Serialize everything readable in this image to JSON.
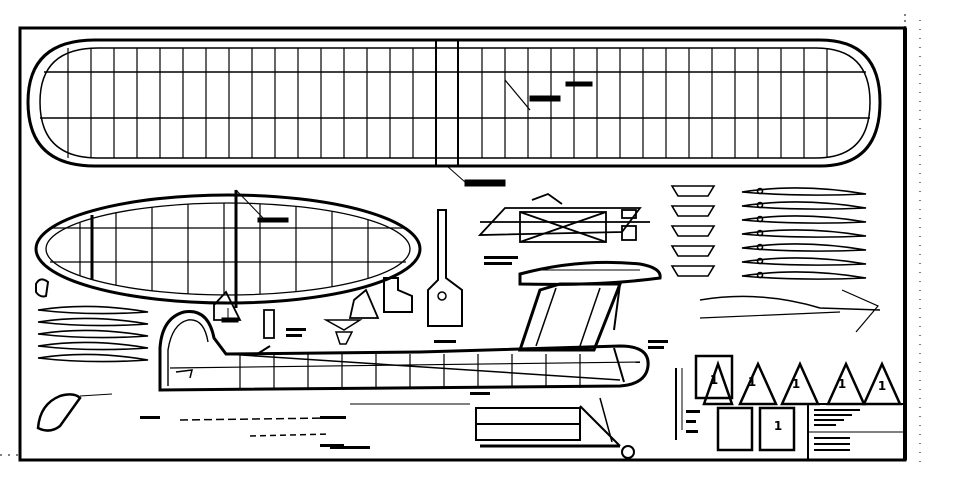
{
  "title": "",
  "colors": {
    "ink": "#000000",
    "paper": "#ffffff"
  },
  "parts": [
    "upper-wing-plan",
    "lower-wing-plan",
    "fuselage-side-view",
    "wing-rib-templates",
    "tail-ribs",
    "cowl-and-formers",
    "strut-details",
    "landing-gear",
    "title-block"
  ],
  "former_markings": [
    "1",
    "1",
    "1",
    "1",
    "1",
    "1"
  ]
}
